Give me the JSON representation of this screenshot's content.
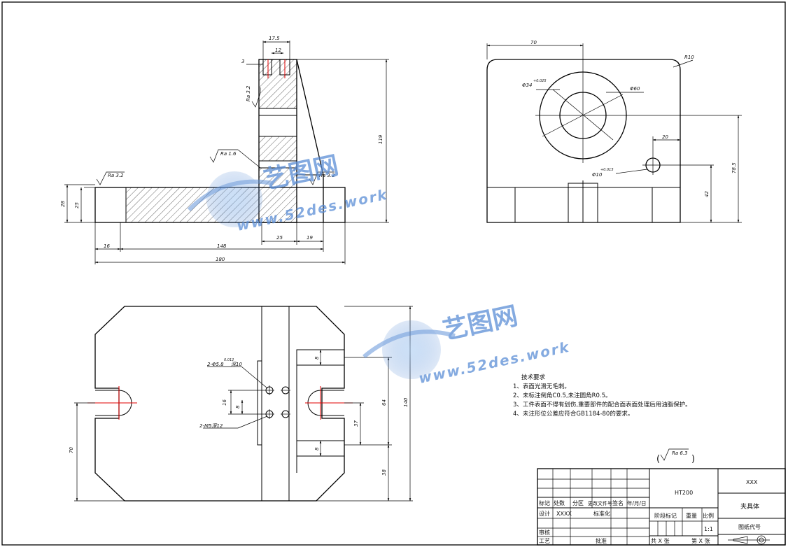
{
  "watermark": {
    "brand": "艺图网",
    "site": "www.52des.work"
  },
  "dimensions": {
    "d17_5": "17.5",
    "d12": "12",
    "d3": "3",
    "d119": "119",
    "d28": "28",
    "d25_left": "25",
    "d16": "16",
    "d148": "148",
    "d180": "180",
    "d25_bottom": "25",
    "d19": "19",
    "d70_top": "70",
    "dR10": "R10",
    "dphi60": "Φ60",
    "dphi34": "Φ34",
    "dphi34_tol": "+0.025",
    "d20": "20",
    "dphi10": "Φ10",
    "dphi10_tol": "+0.015",
    "d42": "42",
    "d78_5": "78.5",
    "hole1": "2-Φ5.8",
    "hole1_depth": "深10",
    "hole1_tol": "0.012",
    "hole2": "2-M5深12",
    "d16_plan": "16",
    "d8_plan": "8",
    "d64": "64",
    "d140": "140",
    "d37": "37",
    "d70_plan": "70",
    "d38": "38",
    "d8_a": "8",
    "d8_b": "8"
  },
  "roughness": {
    "ra32_a": "Ra 3.2",
    "ra16": "Ra 1.6",
    "ra32_b": "Ra 3.2",
    "ra32_c": "Ra 3.2",
    "ra63": "Ra 6.3"
  },
  "tech_req": {
    "title": "技术要求",
    "items": [
      "1、表面光滑无毛刺。",
      "2、未标注倒角C0.5,未注圆角R0.5。",
      "3、工件表面不得有划伤,重要部件的配合面表面处理后用油脂保护。",
      "4、未注形位公差应符合GB1184-80的要求。"
    ]
  },
  "title_block": {
    "material": "HT200",
    "company": "XXX",
    "part_name": "夹具体",
    "drawing_no_label": "图纸代号",
    "hdr_mark": "标记",
    "hdr_count": "处数",
    "hdr_zone": "分区",
    "hdr_docno": "更改文件号",
    "hdr_sign": "签名",
    "hdr_date": "年/月/日",
    "design": "设计",
    "designer": "XXXX",
    "standard": "标准化",
    "stage": "阶段标记",
    "weight": "重量",
    "scale_label": "比例",
    "scale": "1:1",
    "review": "审核",
    "process": "工艺",
    "approve": "批准",
    "sheets": "共  X  张",
    "sheet_no": "第  X  张"
  }
}
